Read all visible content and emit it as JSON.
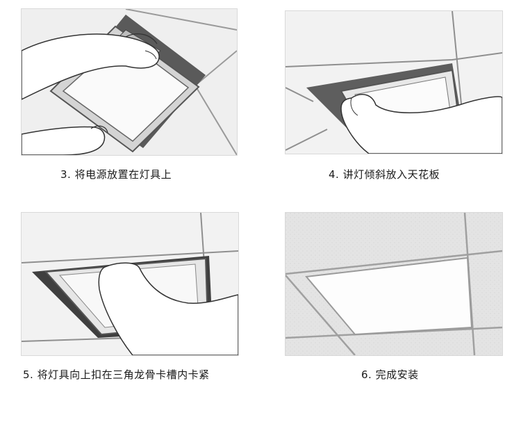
{
  "steps": [
    {
      "caption": "3. 将电源放置在灯具上"
    },
    {
      "caption": "4. 讲灯倾斜放入天花板"
    },
    {
      "caption": "5. 将灯具向上扣在三角龙骨卡槽内卡紧"
    },
    {
      "caption": "6. 完成安装"
    }
  ]
}
